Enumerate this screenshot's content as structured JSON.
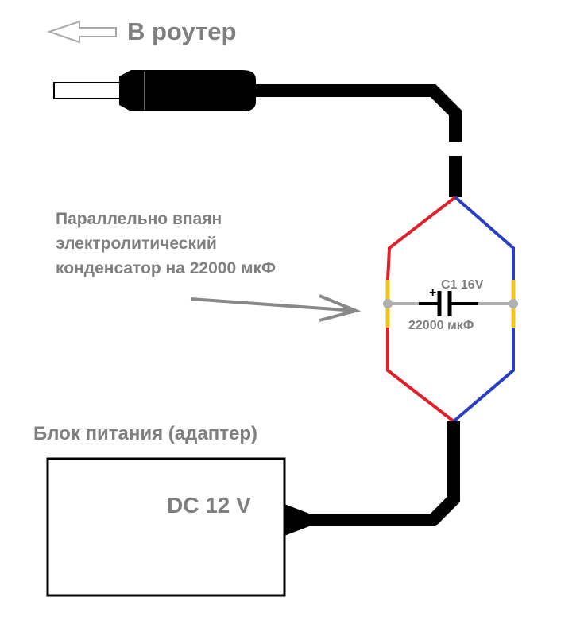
{
  "header": {
    "label": "В роутер"
  },
  "note": {
    "lines": [
      "Параллельно впаян",
      "электролитический",
      "конденсатор на 22000 мкФ"
    ]
  },
  "capacitor": {
    "name_rating": "C1 16V",
    "capacitance": "22000 мкФ",
    "polarity": "+"
  },
  "adapter": {
    "title": "Блок питания (адаптер)",
    "voltage": "DC 12 V"
  },
  "colors": {
    "cable": "#000000",
    "positive_wire": "#e0202a",
    "negative_wire": "#2a3ec2",
    "solder": "#f2c51a",
    "capacitor_leads": "#b0b0b0",
    "text": "#7f7f7f"
  }
}
